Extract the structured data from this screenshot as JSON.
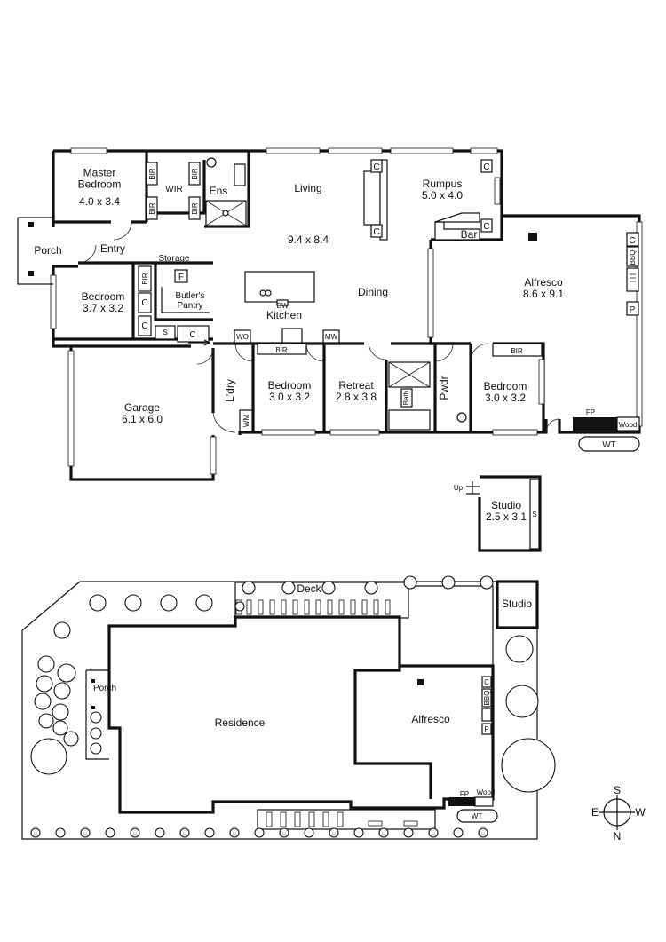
{
  "floor_plan": {
    "rooms": {
      "master_bedroom": {
        "name": "Master\nBedroom",
        "size": "4.0 x 3.4"
      },
      "wir": "WIR",
      "ensuite": "Ens",
      "living": {
        "name": "Living",
        "size": "9.4 x 8.4"
      },
      "rumpus": {
        "name": "Rumpus",
        "size": "5.0 x 4.0"
      },
      "bar": "Bar",
      "porch": "Porch",
      "entry": "Entry",
      "storage": "Storage",
      "bedroom_2": {
        "name": "Bedroom",
        "size": "3.7 x 3.2"
      },
      "butlers_pantry": "Butler's\nPantry",
      "kitchen": "Kitchen",
      "dining": "Dining",
      "alfresco": {
        "name": "Alfresco",
        "size": "8.6 x 9.1"
      },
      "garage": {
        "name": "Garage",
        "size": "6.1 x 6.0"
      },
      "laundry": "L'dry",
      "bedroom_3": {
        "name": "Bedroom",
        "size": "3.0 x 3.2"
      },
      "retreat": {
        "name": "Retreat",
        "size": "2.8 x 3.8"
      },
      "bath": "Bath",
      "powder": "Pwdr",
      "bedroom_4": {
        "name": "Bedroom",
        "size": "3.0 x 3.2"
      },
      "studio": {
        "name": "Studio",
        "size": "2.5 x 3.1"
      }
    },
    "fixtures": {
      "bir": "BIR",
      "cupboard": "C",
      "fridge": "F",
      "shelf": "S",
      "dishwasher": "DW",
      "wall_oven": "WO",
      "microwave": "MW",
      "washing_machine": "WM",
      "bbq": "BBQ",
      "pantry": "P",
      "fireplace": "FP",
      "wood": "Wood",
      "water_tank": "WT",
      "up": "Up",
      "studio_shelf": "S"
    }
  },
  "site_plan": {
    "deck": "Deck",
    "studio": "Studio",
    "porch": "Porch",
    "residence": "Residence",
    "alfresco": "Alfresco",
    "bbq": "BBQ",
    "cupboard": "C",
    "pantry": "P",
    "fireplace": "FP",
    "wood": "Wood",
    "water_tank": "WT"
  },
  "compass": {
    "south": "S",
    "north": "N",
    "east": "E",
    "west": "W"
  }
}
